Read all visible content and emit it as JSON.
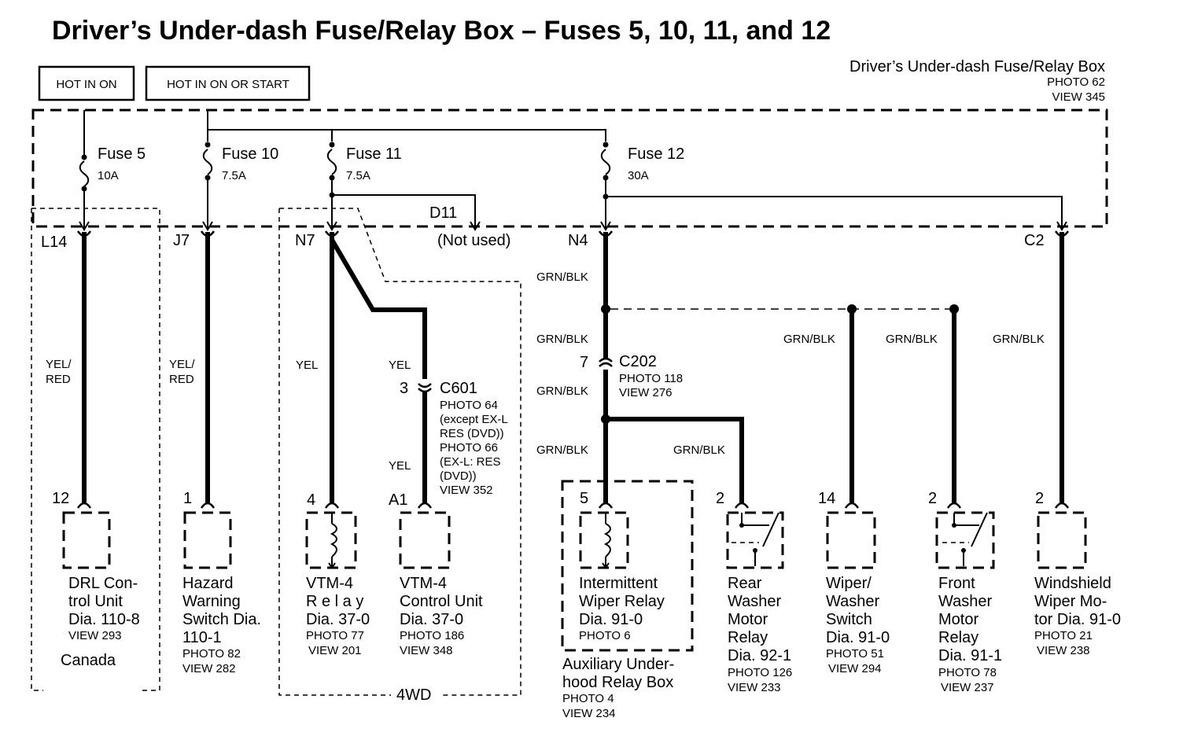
{
  "title": "Driver’s Under-dash Fuse/Relay Box – Fuses 5, 10, 11, and 12",
  "fuse_box": {
    "name": "Driver’s Under-dash Fuse/Relay Box",
    "photo": "PHOTO 62",
    "view": "VIEW 345"
  },
  "power": {
    "hot_on": "HOT IN ON",
    "hot_on_start": "HOT IN ON OR START"
  },
  "fuses": [
    {
      "name": "Fuse 5",
      "rating": "10A"
    },
    {
      "name": "Fuse 10",
      "rating": "7.5A"
    },
    {
      "name": "Fuse 11",
      "rating": "7.5A"
    },
    {
      "name": "Fuse 12",
      "rating": "30A"
    }
  ],
  "terminals": {
    "l14": "L14",
    "j7": "J7",
    "n7": "N7",
    "d11": "D11",
    "not_used": "(Not used)",
    "n4": "N4",
    "c2": "C2"
  },
  "wires": {
    "yel_red_1": "YEL/",
    "yel_red_2": "RED",
    "yel": "YEL",
    "grn_blk": "GRN/BLK"
  },
  "c202": {
    "pin": "7",
    "name": "C202",
    "photo": "PHOTO 118",
    "view": "VIEW 276"
  },
  "c601": {
    "pin": "3",
    "name": "C601",
    "lines": [
      "PHOTO 64",
      "(except EX-L",
      "RES (DVD))",
      "PHOTO 66",
      "(EX-L: RES",
      "(DVD))",
      "VIEW 352"
    ]
  },
  "pins": {
    "drl": "12",
    "hazard": "1",
    "vtm_relay": "4",
    "vtm_cu": "A1",
    "int_relay": "5",
    "rear_washer": "2",
    "wiper_switch": "14",
    "front_washer": "2",
    "wiper_motor": "2"
  },
  "components": {
    "drl": {
      "lines": [
        "DRL Con-",
        "trol Unit",
        "Dia. 110-8"
      ],
      "view": "VIEW 293",
      "note": "Canada"
    },
    "hazard": {
      "lines": [
        "Hazard",
        "Warning",
        "Switch Dia.",
        "110-1"
      ],
      "photo": "PHOTO 82",
      "view": "VIEW 282"
    },
    "vtm_relay": {
      "lines": [
        "VTM-4",
        "R e l a y",
        "Dia. 37-0"
      ],
      "photo": "PHOTO 77",
      "view": "VIEW 201"
    },
    "vtm_cu": {
      "lines": [
        "VTM-4",
        "Control Unit",
        "Dia. 37-0"
      ],
      "photo": "PHOTO 186",
      "view": "VIEW 348"
    },
    "four_wd": "4WD",
    "int_relay": {
      "lines": [
        "Intermittent",
        "Wiper Relay",
        "Dia. 91-0"
      ],
      "photo": "PHOTO 6"
    },
    "aux_box": {
      "lines": [
        "Auxiliary Under-",
        "hood Relay Box"
      ],
      "photo": "PHOTO 4",
      "view": "VIEW 234"
    },
    "rear_washer": {
      "lines": [
        "Rear",
        "Washer",
        "Motor",
        "Relay",
        "Dia. 92-1"
      ],
      "photo": "PHOTO 126",
      "view": "VIEW 233"
    },
    "wiper_switch": {
      "lines": [
        "Wiper/",
        "Washer",
        "Switch",
        "Dia. 91-0"
      ],
      "photo": "PHOTO 51",
      "view": "VIEW 294"
    },
    "front_washer": {
      "lines": [
        "Front",
        "Washer",
        "Motor",
        "Relay",
        "Dia. 91-1"
      ],
      "photo": "PHOTO 78",
      "view": "VIEW 237"
    },
    "wiper_motor": {
      "lines": [
        "Windshield",
        "Wiper Mo-",
        "tor Dia. 91-0"
      ],
      "photo": "PHOTO 21",
      "view": "VIEW 238"
    }
  }
}
